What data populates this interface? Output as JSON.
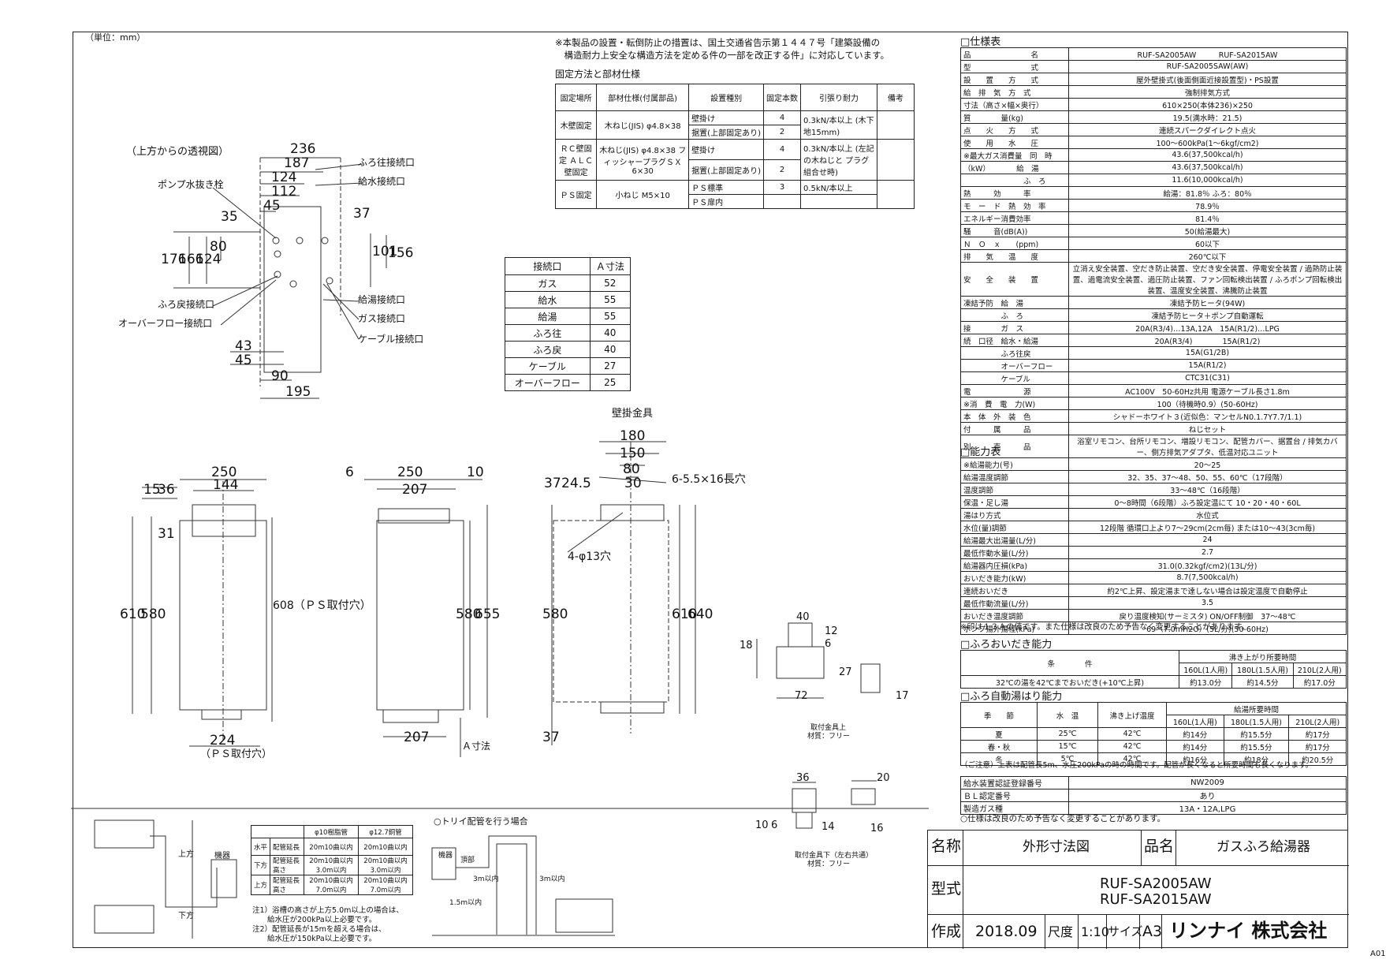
{
  "unit_note": "（単位：mm）",
  "sheet_id": "A01",
  "notice": [
    "※本製品の設置・転倒防止の措置は、国土交通省告示第１４４７号「建築設備の",
    "　構造耐力上安全な構造方法を定める件の一部を改正する件」に対応しています。"
  ],
  "fixing": {
    "title": "固定方法と部材仕様",
    "headers": [
      "固定場所",
      "部材仕様(付属部品)",
      "設置種別",
      "固定本数",
      "引張り耐力",
      "備考"
    ],
    "rows": [
      {
        "place": "木壁固定",
        "part": "木ねじ(JIS) φ4.8×38",
        "kind": "壁掛け",
        "count": "4",
        "strength": "0.3kN/本以上 (木下地15mm)"
      },
      {
        "place": "",
        "part": "",
        "kind": "据置(上部固定あり)",
        "count": "2",
        "strength": ""
      },
      {
        "place": "ＲＣ壁固定 ＡＬＣ壁固定",
        "part": "木ねじ(JIS) φ4.8×38 フィッシャープラグＳＸ 6×30",
        "kind": "壁掛け",
        "count": "4",
        "strength": "0.3kN/本以上 (左記の木ねじと プラグ組合せ時)"
      },
      {
        "place": "",
        "part": "",
        "kind": "据置(上部固定あり)",
        "count": "2",
        "strength": ""
      },
      {
        "place": "ＰＳ固定",
        "part": "小ねじ M5×10",
        "kind": "ＰＳ標準",
        "count": "3",
        "strength": "0.5kN/本以上"
      },
      {
        "place": "",
        "part": "",
        "kind": "ＰＳ扉内",
        "count": "",
        "strength": ""
      }
    ]
  },
  "conn_table": {
    "headers": [
      "接続口",
      "Ａ寸法"
    ],
    "rows": [
      [
        "ガス",
        "52"
      ],
      [
        "給水",
        "55"
      ],
      [
        "給湯",
        "55"
      ],
      [
        "ふろ往",
        "40"
      ],
      [
        "ふろ戻",
        "40"
      ],
      [
        "ケーブル",
        "27"
      ],
      [
        "オーバーフロー",
        "25"
      ]
    ]
  },
  "top_view": {
    "title": "（上方からの透視図）",
    "labels": [
      "ふろ往接続口",
      "給水接続口",
      "ポンプ水抜き栓",
      "給湯接続口",
      "ふろ戻接続口",
      "ガス接続口",
      "オーバーフロー接続口",
      "ケーブル接続口"
    ],
    "dims": [
      "236",
      "187",
      "124",
      "112",
      "45",
      "35",
      "37",
      "176",
      "166",
      "124",
      "80",
      "101",
      "156",
      "43",
      "45",
      "90",
      "195"
    ]
  },
  "front_view": {
    "dims": [
      "250",
      "144",
      "15",
      "36",
      "31",
      "610",
      "580",
      "608（ＰＳ取付穴）",
      "224",
      "（ＰＳ取付穴）"
    ]
  },
  "side_view": {
    "dims": [
      "6",
      "250",
      "10",
      "207",
      "580",
      "655",
      "207",
      "Ａ寸法"
    ]
  },
  "bracket": {
    "title": "壁掛金具",
    "dims": [
      "180",
      "150",
      "80",
      "30",
      "37",
      "24.5",
      "6-5.5×16長穴",
      "4-φ13穴",
      "580",
      "610",
      "640",
      "37"
    ],
    "upper": {
      "dims": [
        "40",
        "12",
        "6",
        "18",
        "27",
        "72",
        "17"
      ],
      "caption": "取付金具上",
      "material": "材質：フリー"
    },
    "lower": {
      "dims": [
        "36",
        "20",
        "10",
        "6",
        "14",
        "16"
      ],
      "caption": "取付金具下（左右共通）",
      "material": "材質：フリー"
    }
  },
  "spec": {
    "title": "□仕様表",
    "rows": [
      [
        "品　　　　　　　　名",
        "RUF-SA2005AW　　　RUF-SA2015AW"
      ],
      [
        "型　　　　　　　　式",
        "RUF-SA2005SAW(AW)"
      ],
      [
        "設　　置　　方　　式",
        "屋外壁掛式(後面側面近接設置型)・PS設置"
      ],
      [
        "給　排　気　方　式",
        "強制排気方式"
      ],
      [
        "寸法（高さ×幅×奥行）",
        "610×250(本体236)×250"
      ],
      [
        "質　　　　量(kg)",
        "19.5(満水時：21.5)"
      ],
      [
        "点　　火　　方　　式",
        "連続スパークダイレクト点火"
      ],
      [
        "使　　用　　水　　圧",
        "100〜600kPa(1〜6kgf/cm2)"
      ],
      [
        "※最大ガス消費量　同　時",
        "43.6(37,500kcal/h)"
      ],
      [
        "（kW）　　　　給　湯",
        "43.6(37,500kcal/h)"
      ],
      [
        "　　　　　　　　ふ　ろ",
        "11.6(10,000kcal/h)"
      ],
      [
        "熱　　　効　　　率",
        "給湯：81.8％ ふろ：80％"
      ],
      [
        "モ　ー　ド　熱　効　率",
        "78.9％"
      ],
      [
        "エネルギー消費効率",
        "81.4％"
      ],
      [
        "騒　　　音(dB(A))",
        "50(給湯最大)"
      ],
      [
        "Ｎ　Ｏ　ｘ　　(ppm)",
        "60以下"
      ],
      [
        "排　　気　　温　　度",
        "260℃以下"
      ],
      [
        "安　　全　　装　　置",
        "立消え安全装置、空だき防止装置、空だき安全装置、停電安全装置 / 過熱防止装置、過電流安全装置、過圧防止装置、ファン回転検出装置 / ふろポンプ回転検出装置、温度安全装置、沸騰防止装置"
      ],
      [
        "凍結予防　給　湯",
        "凍結予防ヒータ(94W)"
      ],
      [
        "　　　　　ふ　ろ",
        "凍結予防ヒータ＋ポンプ自動運転"
      ],
      [
        "接　　　　ガ　ス",
        "20A(R3/4)…13A,12A　15A(R1/2)…LPG"
      ],
      [
        "続　口径　給水・給湯",
        "20A(R3/4)　　　　15A(R1/2)"
      ],
      [
        "　　　　　ふろ往戻",
        "15A(G1/2B)"
      ],
      [
        "　　　　　オーバーフロー",
        "15A(R1/2)"
      ],
      [
        "　　　　　ケーブル",
        "CTC31(C31)"
      ],
      [
        "電　　　　　　　源",
        "AC100V　50-60Hz共用 電源ケーブル長さ1.8m"
      ],
      [
        "※消　費　電　力(W)",
        "100（待機時0.9）(50-60Hz)"
      ],
      [
        "本　体　外　装　色",
        "シャドーホワイト３(近似色：マンセルN0.1.7Y7.7/1.1)"
      ],
      [
        "付　　　属　　　品",
        "ねじセット"
      ],
      [
        "別　　　売　　　品",
        "浴室リモコン、台所リモコン、増設リモコン、配管カバー、据置台 / 排気カバー、側方排気アダプタ、低温対応ユニット"
      ]
    ]
  },
  "capability": {
    "title": "□能力表",
    "rows": [
      [
        "※給湯能力(号)",
        "20〜25"
      ],
      [
        "給湯温度調節",
        "32、35、37〜48、50、55、60℃（17段階）"
      ],
      [
        "温度調節",
        "33〜48℃（16段階）"
      ],
      [
        "保温・足し湯",
        "0〜8時間（6段階）ふろ設定温にて 10・20・40・60L"
      ],
      [
        "湯はり方式",
        "水位式"
      ],
      [
        "水位(量)調節",
        "12段階 循環口上より7〜29cm(2cm毎) または10〜43(3cm毎)"
      ],
      [
        "給湯最大出湯量(L/分)",
        "24"
      ],
      [
        "最低作動水量(L/分)",
        "2.7"
      ],
      [
        "給湯器内圧損(kPa)",
        "31.0(0.32kgf/cm2)(13L/分)"
      ],
      [
        "おいだき能力(kW)",
        "8.7(7,500kcal/h)"
      ],
      [
        "連続おいだき",
        "約2℃上昇、設定湯まで達しない場合は設定温度で自動停止"
      ],
      [
        "最低作動流量(L/分)",
        "3.5"
      ],
      [
        "おいだき温度調節",
        "戻り温度検知(サーミスタ) ON/OFF制御　37〜48℃"
      ],
      [
        "ポンプ揚外揚程(kPa)",
        "69（7.0mH2O）(5L/分)(50-60Hz)"
      ]
    ],
    "note": "※印は１３Ａの値です。また仕様は改良のため予告なく変更することがあります。"
  },
  "reheat": {
    "title": "□ふろおいだき能力",
    "headers": [
      "条　　　　件",
      "沸き上がり所要時間"
    ],
    "sub": [
      "160L(1人用)",
      "180L(1.5人用)",
      "210L(2人用)"
    ],
    "row": [
      "32℃の湯を42℃までおいだき(+10℃上昇)",
      "約13.0分",
      "約14.5分",
      "約17.0分"
    ]
  },
  "autofill": {
    "title": "□ふろ自動湯はり能力",
    "headers": [
      "季　　節",
      "水　温",
      "沸き上げ温度",
      "給湯所要時間"
    ],
    "sub": [
      "160L(1人用)",
      "180L(1.5人用)",
      "210L(2人用)"
    ],
    "rows": [
      [
        "夏",
        "25℃",
        "42℃",
        "約14分",
        "約15.5分",
        "約17分"
      ],
      [
        "春・秋",
        "15℃",
        "42℃",
        "約14分",
        "約15.5分",
        "約17分"
      ],
      [
        "冬",
        "5℃",
        "42℃",
        "約16分",
        "約18分",
        "約20.5分"
      ]
    ],
    "note": "（ご注意）上表は配管長5m、水圧200kPaの時の時間です。配管が長くなると所要時間も長くなります。"
  },
  "cert": {
    "rows": [
      [
        "給水装置認証登録番号",
        "NW2009"
      ],
      [
        "ＢＬ認定番号",
        "あり"
      ],
      [
        "製造ガス種",
        "13A・12A,LPG"
      ]
    ],
    "note": "○仕様は改良のため予告なく変更することがあります。"
  },
  "pipe": {
    "headers": [
      "",
      "",
      "φ10樹脂管",
      "φ12.7銅管"
    ],
    "rows": [
      [
        "水平",
        "配管延長",
        "20m10曲以内",
        "20m10曲以内"
      ],
      [
        "下方",
        "配管延長 高さ",
        "20m10曲以内 3.0m以内",
        "20m10曲以内 3.0m以内"
      ],
      [
        "上方",
        "配管延長 高さ",
        "20m10曲以内 7.0m以内",
        "20m10曲以内 7.0m以内"
      ]
    ],
    "notes": [
      "注1）浴槽の高さが上方5.0m以上の場合は、",
      "　　給水圧が200kPa以上必要です。",
      "注2）配管延長が15mを超える場合は、",
      "　　給水圧が150kPa以上必要です。"
    ],
    "labels": {
      "unit": "機器",
      "up": "上方",
      "down": "下方",
      "trough": "○トリイ配管を行う場合",
      "top": "頂部",
      "h1": "3m以内",
      "h2": "1.5m以内",
      "h3": "3m以内"
    }
  },
  "title_block": {
    "name_label": "名称",
    "name_value": "外形寸法図",
    "product_label": "品名",
    "product_value": "ガスふろ給湯器",
    "model_label": "型式",
    "models": [
      "RUF-SA2005AW",
      "RUF-SA2015AW"
    ],
    "date_label": "作成",
    "date_value": "2018.09",
    "scale_label": "尺度",
    "scale_value": "1:10",
    "size_label": "サイズ",
    "size_value": "A3",
    "company": "リンナイ 株式会社"
  }
}
